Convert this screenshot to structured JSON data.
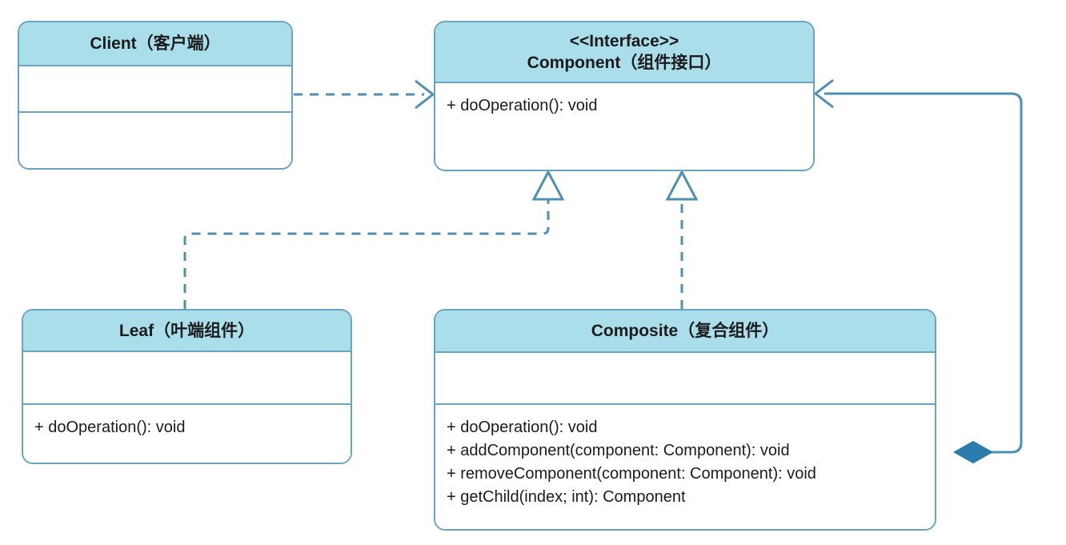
{
  "diagram": {
    "title": "Composite Pattern UML Class Diagram",
    "colors": {
      "header_fill": "#aadeeb",
      "border": "#6ba5bd",
      "edge": "#4f8fb0",
      "diamond_fill": "#2a7cad",
      "text": "#1b1b1b",
      "background": "#ffffff"
    }
  },
  "classes": {
    "client": {
      "stereotype": "",
      "name": "Client（客户端）",
      "attributes": [],
      "operations": []
    },
    "component": {
      "stereotype": "<<Interface>>",
      "name": "Component（组件接口）",
      "attributes": [],
      "operations": [
        "+ doOperation(): void"
      ]
    },
    "leaf": {
      "stereotype": "",
      "name": "Leaf（叶端组件）",
      "attributes": [],
      "operations": [
        "+ doOperation(): void"
      ]
    },
    "composite": {
      "stereotype": "",
      "name": "Composite（复合组件）",
      "attributes": [],
      "operations": [
        "+ doOperation(): void",
        "+ addComponent(component: Component): void",
        "+ removeComponent(component: Component): void",
        "+ getChild(index; int): Component"
      ]
    }
  },
  "relations": [
    {
      "id": "client-uses-component",
      "type": "dependency",
      "from": "client",
      "to": "component",
      "style": "dashed",
      "arrow": "open",
      "label": ""
    },
    {
      "id": "leaf-implements-component",
      "type": "realization",
      "from": "leaf",
      "to": "component",
      "style": "dashed",
      "arrow": "hollow-triangle",
      "label": ""
    },
    {
      "id": "composite-implements-component",
      "type": "realization",
      "from": "composite",
      "to": "component",
      "style": "dashed",
      "arrow": "hollow-triangle",
      "label": ""
    },
    {
      "id": "composite-contains-component",
      "type": "composition",
      "from": "composite",
      "to": "component",
      "style": "solid",
      "arrow": "open",
      "source_decoration": "filled-diamond",
      "label": ""
    }
  ]
}
